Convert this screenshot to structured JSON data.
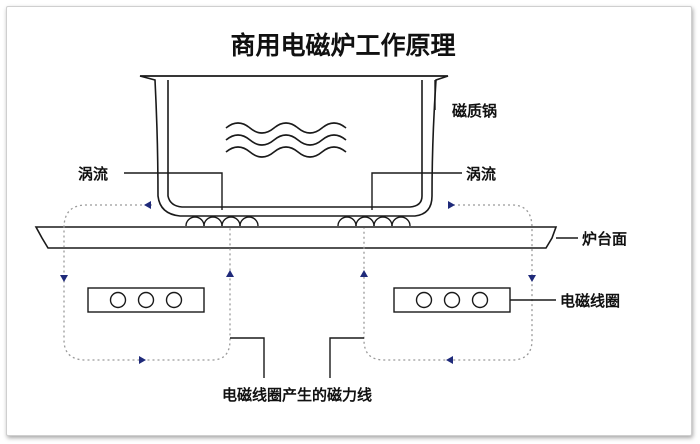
{
  "title": "商用电磁炉工作原理",
  "labels": {
    "pot": "磁质锅",
    "eddy_left": "涡流",
    "eddy_right": "涡流",
    "cooktop": "炉台面",
    "coil": "电磁线圈",
    "field_lines": "电磁线圈产生的磁力线"
  },
  "colors": {
    "line": "#1a1a1a",
    "dotted_field": "#9a9a9a",
    "arrow": "#1f2a7a"
  }
}
